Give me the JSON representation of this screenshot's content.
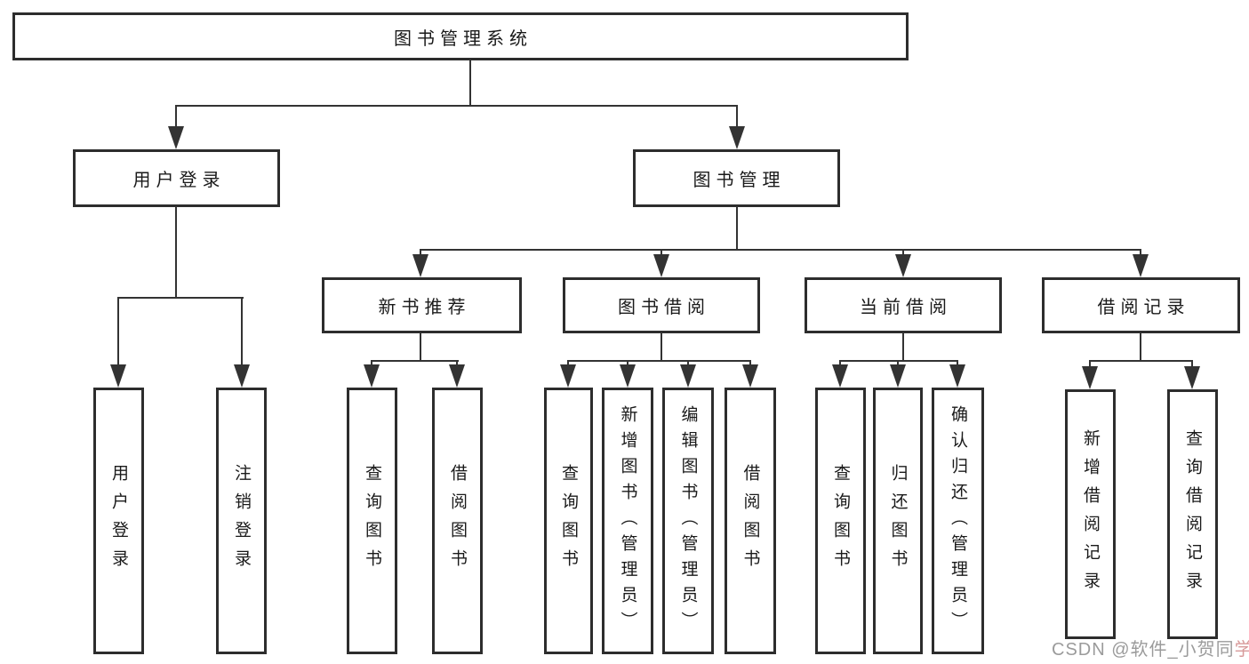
{
  "tree": {
    "label": "图书管理系统",
    "children": [
      {
        "label": "用户登录",
        "children": [
          {
            "label": "用户登录"
          },
          {
            "label": "注销登录"
          }
        ]
      },
      {
        "label": "图书管理",
        "children": [
          {
            "label": "新书推荐",
            "children": [
              {
                "label": "查询图书"
              },
              {
                "label": "借阅图书"
              }
            ]
          },
          {
            "label": "图书借阅",
            "children": [
              {
                "label": "查询图书"
              },
              {
                "label": "新增图书（管理员）"
              },
              {
                "label": "编辑图书（管理员）"
              },
              {
                "label": "借阅图书"
              }
            ]
          },
          {
            "label": "当前借阅",
            "children": [
              {
                "label": "查询图书"
              },
              {
                "label": "归还图书"
              },
              {
                "label": "确认归还（管理员）"
              }
            ]
          },
          {
            "label": "借阅记录",
            "children": [
              {
                "label": "新增借阅记录"
              },
              {
                "label": "查询借阅记录"
              }
            ]
          }
        ]
      }
    ]
  },
  "watermark": {
    "main": "CSDN @软件_小贺同",
    "accent": "学"
  },
  "colors": {
    "line": "#333333",
    "border": "#2d2d2d",
    "text": "#1a1a1a",
    "watermark": "#9b9b9b"
  }
}
